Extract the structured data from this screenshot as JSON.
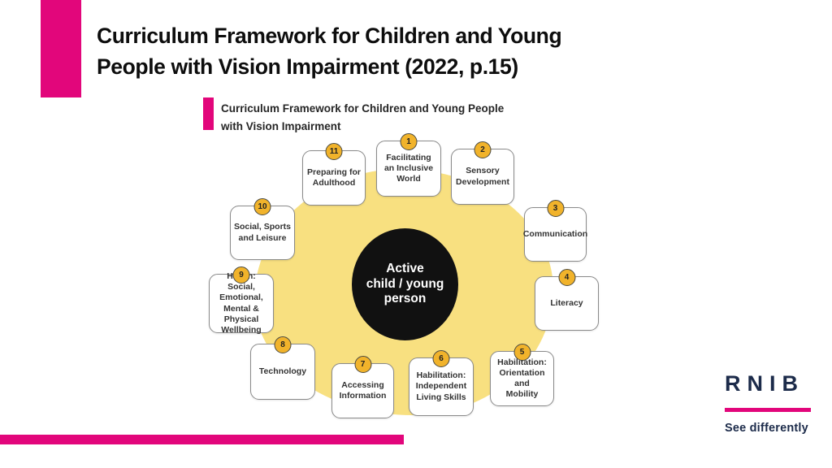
{
  "colors": {
    "pink": "#e2067b",
    "yellow_blob": "#f8e080",
    "badge_gold": "#f1b32b",
    "navy": "#1c2b4a"
  },
  "slide": {
    "title": "Curriculum Framework for Children and Young\nPeople with Vision Impairment (2022, p.15)"
  },
  "diagram": {
    "title": "Curriculum Framework for Children and Young People\nwith Vision Impairment",
    "center_label": "Active\nchild / young\nperson",
    "nodes": [
      {
        "number": "1",
        "label": "Facilitating\nan Inclusive\nWorld"
      },
      {
        "number": "2",
        "label": "Sensory\nDevelopment"
      },
      {
        "number": "3",
        "label": "Communication"
      },
      {
        "number": "4",
        "label": "Literacy"
      },
      {
        "number": "5",
        "label": "Habilitation:\nOrientation and\nMobility"
      },
      {
        "number": "6",
        "label": "Habilitation:\nIndependent\nLiving Skills"
      },
      {
        "number": "7",
        "label": "Accessing\nInformation"
      },
      {
        "number": "8",
        "label": "Technology"
      },
      {
        "number": "9",
        "label": "Health:\nSocial, Emotional,\nMental & Physical\nWellbeing"
      },
      {
        "number": "10",
        "label": "Social, Sports\nand Leisure"
      },
      {
        "number": "11",
        "label": "Preparing for\nAdulthood"
      }
    ]
  },
  "footer_logo": {
    "brand": "RNIB",
    "tagline": "See differently"
  }
}
